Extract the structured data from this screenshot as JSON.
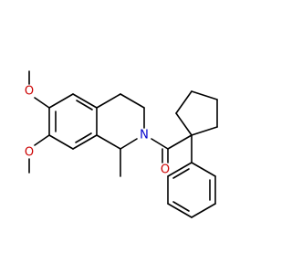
{
  "molecule": {
    "atom_labels": {
      "methoxy_o_upper": "O",
      "methoxy_o_lower": "O",
      "ring_nitrogen": "N",
      "carbonyl_o": "O"
    },
    "colors": {
      "carbon_bond": "#000000",
      "oxygen": "#cc0000",
      "nitrogen": "#0000cc"
    }
  }
}
